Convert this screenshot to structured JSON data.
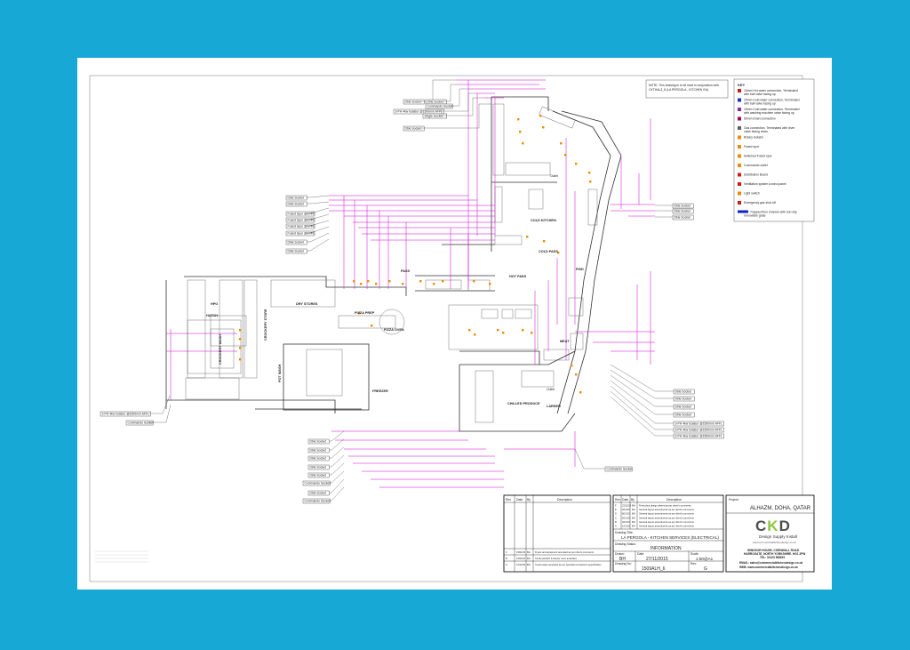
{
  "note": {
    "line1": "NOTE: This drawing is to be read in conjunction with",
    "line2": "CKTHAL3_8 (LA PERGOLA - KITCHEN GA)"
  },
  "key": {
    "title": "KEY",
    "items": [
      {
        "icon": "hot-water-icon",
        "color": "#d01818",
        "label": "15mm Hot water connection, Terminated with ball valve facing up"
      },
      {
        "icon": "cold-water-icon",
        "color": "#1830c8",
        "label": "15mm Cold water connection, Terminated with ball valve facing up"
      },
      {
        "icon": "washing-water-icon",
        "color": "#8a2aa0",
        "label": "15mm Cold water connection, Terminated with washing machine valve facing up"
      },
      {
        "icon": "drain-icon",
        "color": "#a00060",
        "label": "50mm Drain connection"
      },
      {
        "icon": "gas-icon",
        "color": "#606060",
        "label": "Gas connection, Terminated with lever valve facing down"
      },
      {
        "icon": "rotary-isolator-icon",
        "color": "#f08a00",
        "label": "Rotary Isolator"
      },
      {
        "icon": "fused-spur-icon",
        "color": "#f08a00",
        "label": "Fused spur"
      },
      {
        "icon": "switched-fused-spur-icon",
        "color": "#f08a00",
        "label": "Switched Fused spur"
      },
      {
        "icon": "commando-outlet-icon",
        "color": "#f08a00",
        "label": "Commando outlet"
      },
      {
        "icon": "distribution-board-icon",
        "color": "#d01818",
        "label": "Distribution Board"
      },
      {
        "icon": "ventilation-control-icon",
        "color": "#d01818",
        "label": "Ventilation system control panel"
      },
      {
        "icon": "light-switch-icon",
        "color": "#f08a00",
        "label": "Light switch"
      },
      {
        "icon": "emergency-gas-icon",
        "color": "#d01818",
        "label": "Emergency gas shut-off"
      },
      {
        "icon": "floor-channel-icon",
        "color": "#1020d0",
        "label": "Trapped floor channel with non-slip removable grate"
      }
    ]
  },
  "rooms": {
    "cold_kitchen": "COLD KITCHEN",
    "cold_pass": "COLD PASS",
    "hot_pass": "HOT PASS",
    "pass": "PASS",
    "fish": "FISH",
    "dry_stores": "DRY STORES",
    "pizza_prep": "PIZZA PREP",
    "pizza_oven": "PIZZA OVEN",
    "hatch": "HATCH",
    "crockery_wash": "CROCKERY WASH",
    "crockery_store": "CROCKERY STORE",
    "pot_wash": "POT WASH",
    "freezer": "FREEZER",
    "meat": "MEAT",
    "larder": "LARDER",
    "chilled_produce": "CHILLED PRODUCE",
    "hpo": "HPO",
    "outlet_a": "Outlet",
    "outlet_b": "Outlet"
  },
  "labels_top": [
    "Dble Socket",
    "Dble Socket",
    "Commando Socket",
    "3-PH 4kw Isolator @1500mm AFFL",
    "Single Socket",
    "Dble Socket"
  ],
  "labels_left_upper": [
    "Dble Socket",
    "Dble Socket",
    "Fused Spur @AFFL",
    "Fused Spur @AFFL",
    "Fused Spur @AFFL",
    "Fused Spur @AFFL",
    "Dble Socket",
    "Dble Socket"
  ],
  "labels_left_iso": [
    "3-PH 4kw Isolator @1500mm AFFL",
    "Commando Socket"
  ],
  "labels_bottom_left": [
    "Dble Socket",
    "Dble Socket",
    "Dble Socket",
    "Dble Socket",
    "Dble Socket",
    "Commando Socket",
    "Dble Socket",
    "Commando Socket"
  ],
  "labels_right_upper": [
    "Dble Socket",
    "Dble Socket",
    "Dble Socket"
  ],
  "labels_right_lower": [
    "Dble Socket",
    "Dble Socket",
    "Dble Socket",
    "Dble Socket",
    "3-PH 4kw Isolator @1500mm AFFL",
    "3-PH 4kw Isolator @1500mm AFFL",
    "3-PH 4kw Isolator @1500mm AFFL"
  ],
  "label_commando_bottom": "Commando Socket",
  "revisions": {
    "headers": [
      "Rev",
      "Date",
      "By",
      "Description"
    ],
    "rows": [
      [
        "C",
        "15/01/16",
        "BH",
        "Fryers and equipment amended as per client's comments"
      ],
      [
        "B",
        "12/01/16",
        "BH",
        "Combi position & freezer room amended"
      ],
      [
        "A",
        "12/12/15",
        "BH",
        "Combi water amended as per specialist contractor's specification"
      ]
    ]
  },
  "revisions2": {
    "headers": [
      "Rev",
      "Date",
      "By",
      "Description"
    ],
    "rows": [
      [
        "F",
        "22/12/15",
        "BH",
        "Fried plant design altered as per client's comments"
      ],
      [
        "E",
        "9/12/15",
        "BH",
        "General layout amendments as per client's comments"
      ],
      [
        "D",
        "8/12/15",
        "BH",
        "General layout amendments as per client's comments"
      ],
      [
        "C",
        "6/12/15",
        "BH",
        "General layout amendments as per client's comments"
      ],
      [
        "B",
        "3/12/15",
        "BH",
        "General layout amendments as per client's comments"
      ],
      [
        "A",
        "1/12/15",
        "BH",
        "General layout amendments as per client's comments"
      ]
    ]
  },
  "title_block": {
    "drawing_title_label": "Drawing Title:",
    "drawing_title": "LA PERGOLA - KITCHEN SERVICES (ELECTRICAL)",
    "status_label": "Drawing Status:",
    "status": "INFORMATION",
    "drawn_label": "Drawn:",
    "drawn": "BH",
    "date_label": "Date:",
    "date": "27/11/2015",
    "scale_label": "Scale:",
    "scale": "1:50@A1",
    "drawing_no_label": "Drawing No:",
    "drawing_no": "1509ALH_6",
    "rev_label": "Rev:",
    "rev": "G"
  },
  "project": {
    "label": "Project:",
    "name": "ALHAZM, DOHA, QATAR"
  },
  "company": {
    "logo": "CKD",
    "tagline": "Design Supply Install",
    "website_small": "www.commercialkitchendesign.co.uk",
    "address1": "WINDSOR HOUSE, CORNWALL ROAD",
    "address2": "HARROGATE, NORTH YORKSHIRE. HG1 2PW",
    "tel": "TEL: 01423 566691",
    "email": "EMAIL: sales@commercialkitchendesign.co.uk",
    "web": "WEB: www.commercialkitchendesign.co.uk",
    "logo_color": "#4f4f4f",
    "accent_color": "#8cc63f"
  },
  "colors": {
    "background": "#18a8d6",
    "dimension": "#d200d2",
    "electrical": "#f08a00"
  }
}
